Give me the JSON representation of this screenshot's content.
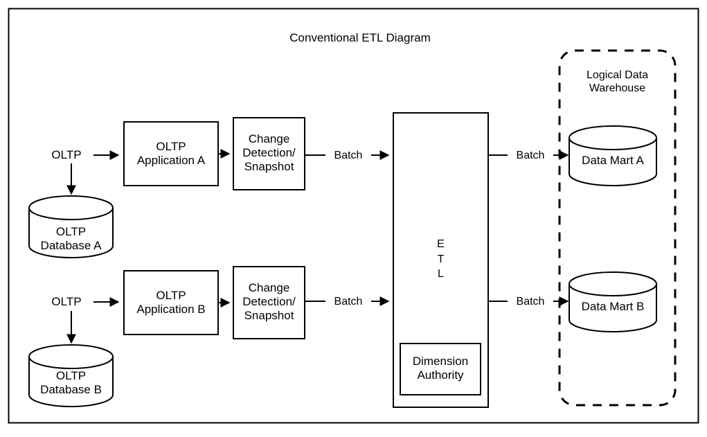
{
  "diagram": {
    "title": "Conventional ETL Diagram",
    "frame": {
      "name": "outer-frame"
    },
    "colors": {
      "background": "#ffffff",
      "stroke": "#000000",
      "text": "#000000",
      "frame": "#000000"
    },
    "sources": [
      {
        "id": "a",
        "entry_label": "OLTP",
        "application": "OLTP\nApplication A",
        "database": "OLTP\nDatabase A",
        "change_detection": "Change\nDetection/\nSnapshot",
        "batch_label_left": "Batch",
        "batch_label_right": "Batch",
        "data_mart": "Data Mart A"
      },
      {
        "id": "b",
        "entry_label": "OLTP",
        "application": "OLTP\nApplication B",
        "database": "OLTP\nDatabase B",
        "change_detection": "Change\nDetection/\nSnapshot",
        "batch_label_left": "Batch",
        "batch_label_right": "Batch",
        "data_mart": "Data Mart B"
      }
    ],
    "etl": {
      "label": "E\nT\nL",
      "sub_box_label": "Dimension\nAuthority"
    },
    "warehouse": {
      "label": "Logical Data\nWarehouse",
      "border_style": "dashed"
    }
  }
}
